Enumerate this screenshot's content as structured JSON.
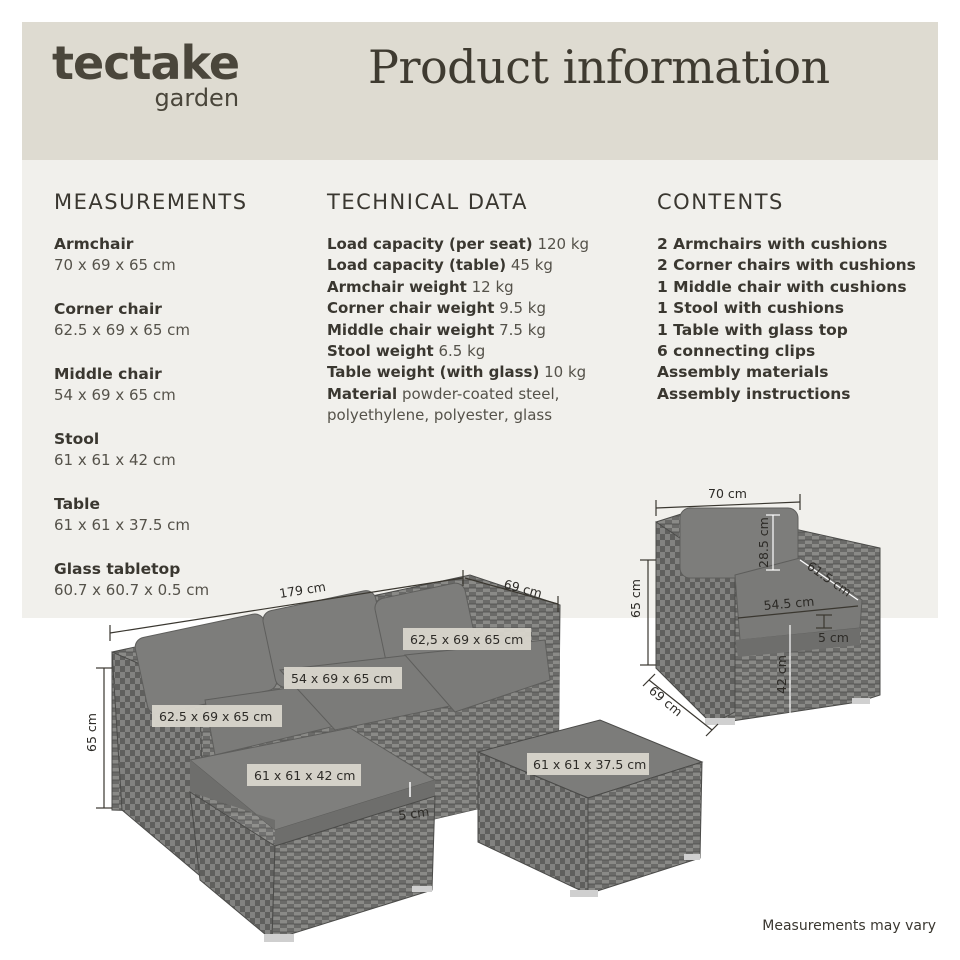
{
  "brand": {
    "name": "tectake",
    "sub": "garden"
  },
  "title": "Product information",
  "measurements": {
    "heading": "MEASUREMENTS",
    "items": [
      {
        "name": "Armchair",
        "value": "70 x 69 x 65 cm"
      },
      {
        "name": "Corner chair",
        "value": "62.5 x 69 x 65 cm"
      },
      {
        "name": "Middle chair",
        "value": "54 x 69 x 65 cm"
      },
      {
        "name": "Stool",
        "value": "61 x 61 x 42 cm"
      },
      {
        "name": "Table",
        "value": "61 x 61 x 37.5 cm"
      },
      {
        "name": "Glass tabletop",
        "value": "60.7 x 60.7 x 0.5 cm"
      }
    ]
  },
  "technical": {
    "heading": "TECHNICAL DATA",
    "rows": [
      {
        "k": "Load capacity (per seat)",
        "v": "120 kg"
      },
      {
        "k": "Load capacity (table)",
        "v": "45 kg"
      },
      {
        "k": "Armchair weight",
        "v": "12 kg"
      },
      {
        "k": "Corner chair weight",
        "v": "9.5 kg"
      },
      {
        "k": "Middle chair weight",
        "v": "7.5 kg"
      },
      {
        "k": "Stool weight",
        "v": "6.5 kg"
      },
      {
        "k": "Table weight (with glass)",
        "v": "10 kg"
      },
      {
        "k": "Material",
        "v": "powder-coated steel,"
      },
      {
        "k": "",
        "v": "polyethylene, polyester, glass"
      }
    ]
  },
  "contents": {
    "heading": "CONTENTS",
    "items": [
      "2 Armchairs with cushions",
      "2 Corner chairs with cushions",
      "1 Middle chair with cushions",
      "1 Stool with cushions",
      "1 Table with glass top",
      "6 connecting clips",
      "Assembly materials",
      "Assembly instructions"
    ]
  },
  "sofa_labels": {
    "width": "179 cm",
    "depth": "69 cm",
    "height": "65 cm",
    "corner_right": "62,5 x 69 x 65 cm",
    "middle": "54 x 69 x 65 cm",
    "corner_left": "62.5 x 69 x 65 cm",
    "stool": "61 x 61 x 42 cm",
    "cushion": "5 cm",
    "table": "61 x 61 x 37.5 cm"
  },
  "armchair_labels": {
    "width": "70 cm",
    "height": "65 cm",
    "back": "28.5 cm",
    "seat_depth": "61.5 cm",
    "seat_width": "54.5 cm",
    "cushion": "5 cm",
    "seat_height": "42 cm",
    "depth": "69 cm"
  },
  "footer": "Measurements may vary",
  "colors": {
    "header_bg": "#dedbd1",
    "panel_bg": "#f1f0ec",
    "cushion": "#7b7b79",
    "rattan": "#6d6d6b",
    "label_bg": "#d9d6cc"
  }
}
